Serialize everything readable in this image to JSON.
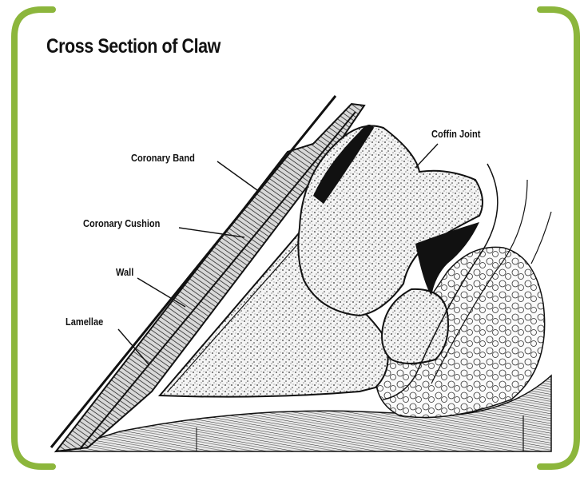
{
  "title": "Cross Section of Claw",
  "labels": {
    "coronary_band": "Coronary Band",
    "coronary_cushion": "Coronary Cushion",
    "wall": "Wall",
    "lamellae": "Lamellae",
    "coffin_joint": "Coffin Joint"
  },
  "colors": {
    "frame": "#8cb63c",
    "ink": "#111111"
  }
}
